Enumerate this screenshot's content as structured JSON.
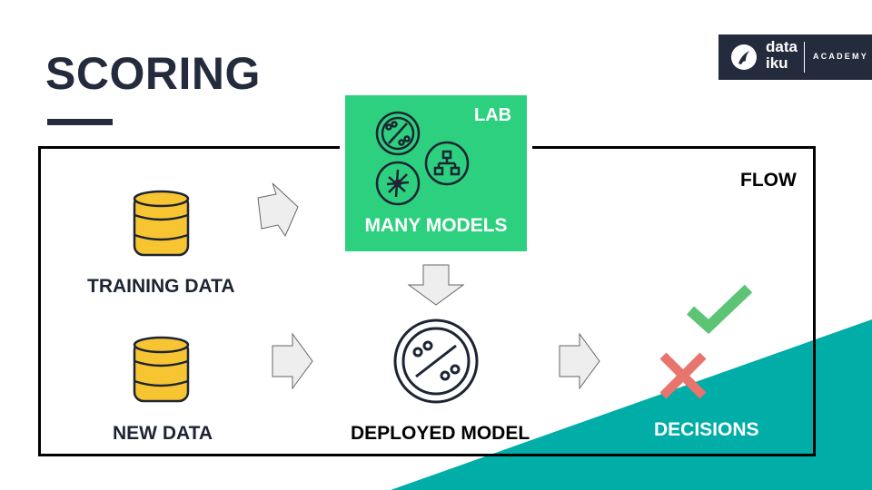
{
  "slide": {
    "title": "SCORING"
  },
  "logo": {
    "brand_line1": "data",
    "brand_line2": "iku",
    "product": "ACADEMY"
  },
  "lab": {
    "label": "LAB",
    "title": "MANY MODELS"
  },
  "flow": {
    "label": "FLOW"
  },
  "nodes": {
    "training_data": "TRAINING DATA",
    "new_data": "NEW DATA",
    "deployed_model": "DEPLOYED MODEL",
    "decisions": "DECISIONS"
  },
  "colors": {
    "navy": "#242b3d",
    "lab_green": "#2dd07e",
    "teal": "#00ada7",
    "database_yellow": "#f8c532",
    "check_green": "#5dc475",
    "cross_red": "#e8756d",
    "arrow_gray": "#eeeeee"
  },
  "icons": [
    "database-icon",
    "model-icon",
    "tree-model-icon",
    "network-model-icon",
    "deployed-model-icon",
    "check-icon",
    "cross-icon",
    "arrow-icon"
  ]
}
